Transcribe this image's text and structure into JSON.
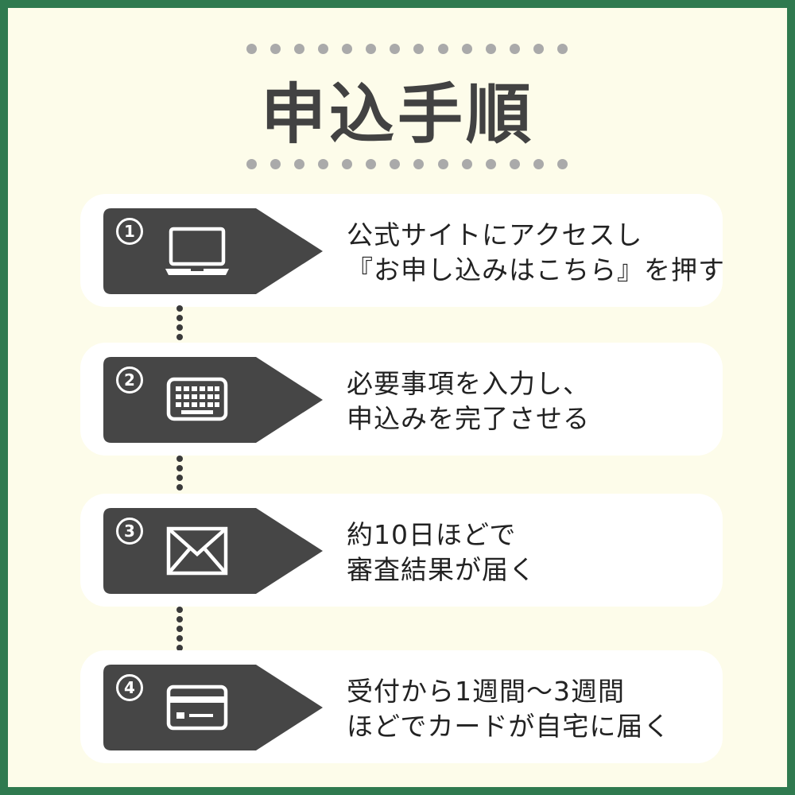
{
  "title": "申込手順",
  "colors": {
    "border": "#2f7a4f",
    "background": "#fdfcea",
    "card": "#ffffff",
    "tag": "#464646",
    "dots": "#aaaaaa",
    "text": "#222222"
  },
  "steps": [
    {
      "number": "1",
      "icon": "laptop-icon",
      "line1": "公式サイトにアクセスし",
      "line2": "『お申し込みはこちら』を押す"
    },
    {
      "number": "2",
      "icon": "keyboard-icon",
      "line1": "必要事項を入力し、",
      "line2": "申込みを完了させる"
    },
    {
      "number": "3",
      "icon": "envelope-icon",
      "line1": "約10日ほどで",
      "line2": "審査結果が届く"
    },
    {
      "number": "4",
      "icon": "credit-card-icon",
      "line1": "受付から1週間〜3週間",
      "line2": "ほどでカードが自宅に届く"
    }
  ]
}
